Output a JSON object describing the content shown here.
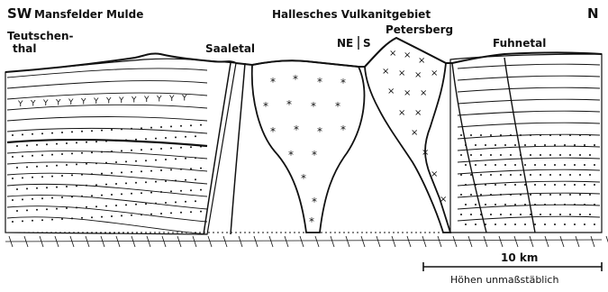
{
  "header": {
    "direction_left": "SW",
    "region_left": "Mansfelder Mulde",
    "region_center": "Hallesches Vulkanitgebiet",
    "direction_right": "N"
  },
  "places": {
    "teutschenthal_line1": "Teutschen-",
    "teutschenthal_line2": "thal",
    "saaletal": "Saaletal",
    "ne_s_left": "NE",
    "ne_s_right": "S",
    "petersberg": "Petersberg",
    "fuhnetal": "Fuhnetal"
  },
  "scale": {
    "distance_label": "10 km",
    "vertical_note": "Höhen unmaßstäblich"
  }
}
